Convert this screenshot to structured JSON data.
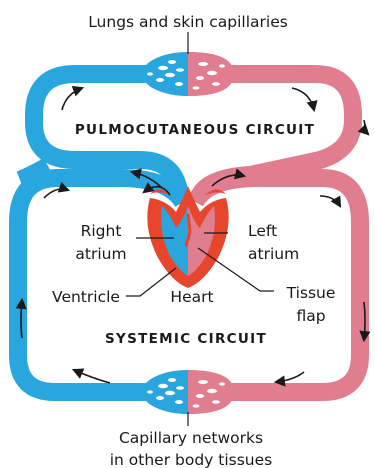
{
  "labels": {
    "lungs": "Lungs and skin capillaries",
    "pulmonary_circuit": "PULMOCUTANEOUS CIRCUIT",
    "systemic_circuit": "SYSTEMIC CIRCUIT",
    "right_atrium_1": "Right",
    "right_atrium_2": "atrium",
    "left_atrium_1": "Left",
    "left_atrium_2": "atrium",
    "ventricle": "Ventricle",
    "heart": "Heart",
    "tissue_flap_1": "Tissue",
    "tissue_flap_2": "flap",
    "capillary_1": "Capillary networks",
    "capillary_2": "in other body tissues"
  },
  "colors": {
    "deoxygenated": "#2aa6de",
    "oxygenated": "#e07d8f",
    "heart_wall": "#e8452d"
  }
}
